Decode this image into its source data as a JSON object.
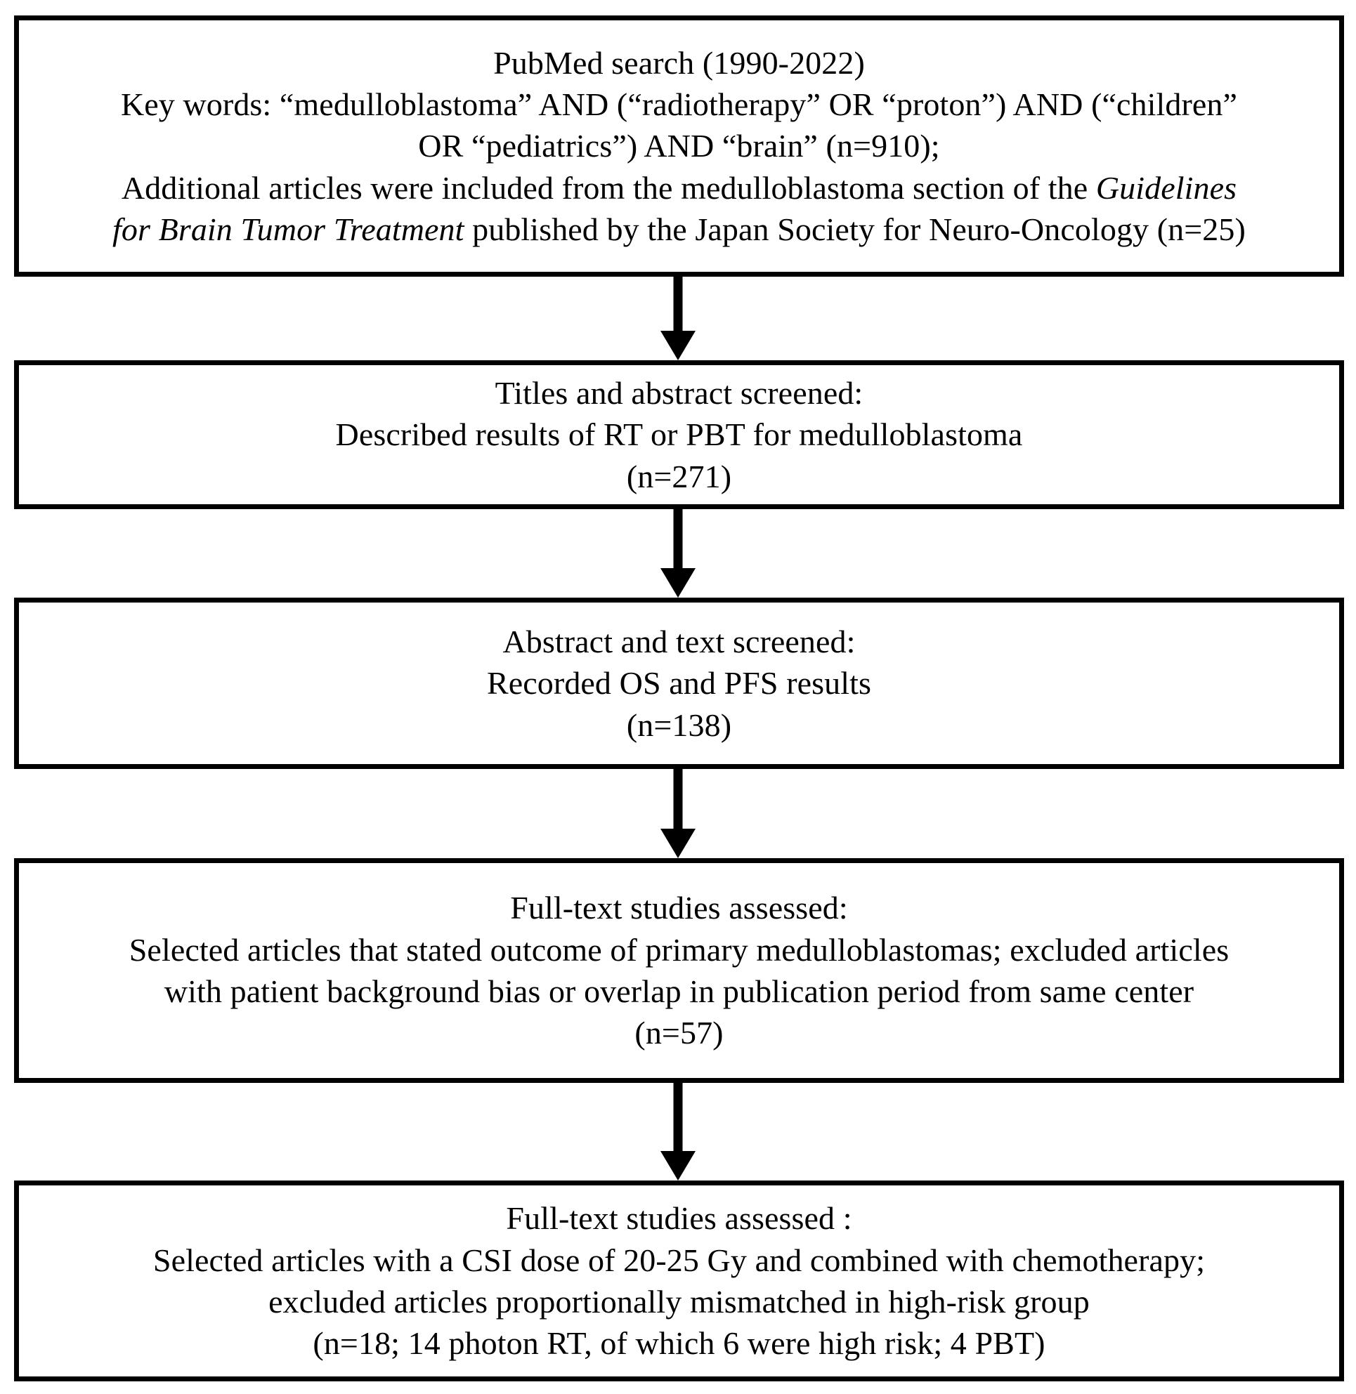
{
  "diagram": {
    "type": "flowchart",
    "title": "Literature search and study selection flowchart",
    "orientation": "vertical",
    "colors": {
      "box_border": "#000000",
      "box_fill": "#ffffff",
      "text": "#000000",
      "arrow": "#000000"
    },
    "boxes": [
      {
        "id": "search",
        "label": "PubMed search box",
        "lines": [
          {
            "text": "PubMed search (1990-2022)"
          },
          {
            "text": "Key words: “medulloblastoma” AND (“radiotherapy” OR “proton”) AND (“children”"
          },
          {
            "text": "OR “pediatrics”) AND “brain” (n=910);"
          },
          {
            "segments": [
              {
                "text": "Additional articles were included from the medulloblastoma section of the ",
                "italic": false
              },
              {
                "text": "Guidelines",
                "italic": true
              }
            ]
          },
          {
            "segments": [
              {
                "text": "for Brain Tumor Treatment",
                "italic": true
              },
              {
                "text": " published by the Japan Society for Neuro-Oncology (n=25)",
                "italic": false
              }
            ]
          }
        ],
        "count": "n=910",
        "additional_count": "n=25"
      },
      {
        "id": "titles-abstract-screened",
        "label": "Titles and abstract screened box",
        "lines": [
          {
            "text": "Titles and abstract screened:"
          },
          {
            "text": "Described results of RT or PBT for medulloblastoma"
          },
          {
            "text": "(n=271)"
          }
        ],
        "count": "n=271"
      },
      {
        "id": "abstract-text-screened",
        "label": "Abstract and text screened box",
        "lines": [
          {
            "text": "Abstract and text screened:"
          },
          {
            "text": "Recorded OS and PFS results"
          },
          {
            "text": "(n=138)"
          }
        ],
        "count": "n=138"
      },
      {
        "id": "full-text-assessed-1",
        "label": "Full-text studies assessed box (first)",
        "lines": [
          {
            "text": "Full-text studies assessed:"
          },
          {
            "text": "Selected articles that stated outcome of primary medulloblastomas; excluded articles"
          },
          {
            "text": "with patient background bias or overlap in publication period from same center"
          },
          {
            "text": "(n=57)"
          }
        ],
        "count": "n=57"
      },
      {
        "id": "full-text-assessed-2",
        "label": "Full-text studies assessed box (second)",
        "lines": [
          {
            "text": "Full-text studies assessed :"
          },
          {
            "text": "Selected articles with a CSI dose of 20-25 Gy and combined with chemotherapy;"
          },
          {
            "text": "excluded articles proportionally mismatched in high-risk group"
          },
          {
            "text": "(n=18; 14 photon RT, of which 6 were high risk; 4 PBT)"
          }
        ],
        "count": "n=18"
      }
    ],
    "arrows": [
      {
        "id": "arrow-1",
        "from": "search",
        "to": "titles-abstract-screened",
        "direction": "down"
      },
      {
        "id": "arrow-2",
        "from": "titles-abstract-screened",
        "to": "abstract-text-screened",
        "direction": "down"
      },
      {
        "id": "arrow-3",
        "from": "abstract-text-screened",
        "to": "full-text-assessed-1",
        "direction": "down"
      },
      {
        "id": "arrow-4",
        "from": "full-text-assessed-1",
        "to": "full-text-assessed-2",
        "direction": "down"
      }
    ]
  }
}
